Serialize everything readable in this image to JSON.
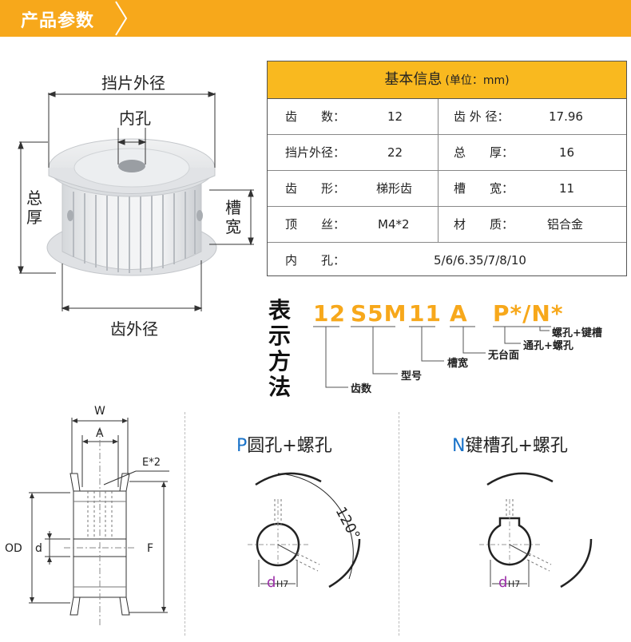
{
  "header": {
    "title": "产品参数"
  },
  "photo_labels": {
    "flange_od": "挡片外径",
    "bore": "内孔",
    "total_thickness": "总厚",
    "slot_width": "槽宽",
    "tooth_od": "齿外径"
  },
  "spec_table": {
    "title": "基本信息",
    "unit": "(单位：mm)",
    "rows": [
      [
        {
          "label": "齿　　数：",
          "value": "12"
        },
        {
          "label": "齿 外 径：",
          "value": "17.96"
        }
      ],
      [
        {
          "label": "挡片外径：",
          "value": "22"
        },
        {
          "label": "总　　厚：",
          "value": "16"
        }
      ],
      [
        {
          "label": "齿　　形：",
          "value": "梯形齿"
        },
        {
          "label": "槽　　宽：",
          "value": "11"
        }
      ],
      [
        {
          "label": "顶　　丝：",
          "value": "M4*2"
        },
        {
          "label": "材　　质：",
          "value": "铝合金"
        }
      ]
    ],
    "last_row": {
      "label": "内　　孔：",
      "value": "5/6/6.35/7/8/10"
    }
  },
  "notation": {
    "title": "表示方法",
    "codes": [
      "12",
      "S5M",
      "11",
      "A",
      "P*/N*"
    ],
    "labels": [
      "齿数",
      "型号",
      "槽宽",
      "无台面",
      "通孔+螺孔",
      "螺孔+键槽"
    ]
  },
  "section_drawing": {
    "w": "W",
    "a": "A",
    "e": "E*2",
    "od": "OD",
    "d": "d",
    "f": "F"
  },
  "diagram_p": {
    "title_letter": "P",
    "title_rest": "圆孔+螺孔",
    "angle": "120°",
    "d": "d",
    "tol": "H7"
  },
  "diagram_n": {
    "title_letter": "N",
    "title_rest": "键槽孔+螺孔",
    "d": "d",
    "tol": "H7"
  },
  "colors": {
    "header_bg": "#f7a81b",
    "table_header_bg": "#f9b91f",
    "code": "#f7a81b",
    "accent_blue": "#1a73c9",
    "accent_purple": "#9b2fa8"
  }
}
